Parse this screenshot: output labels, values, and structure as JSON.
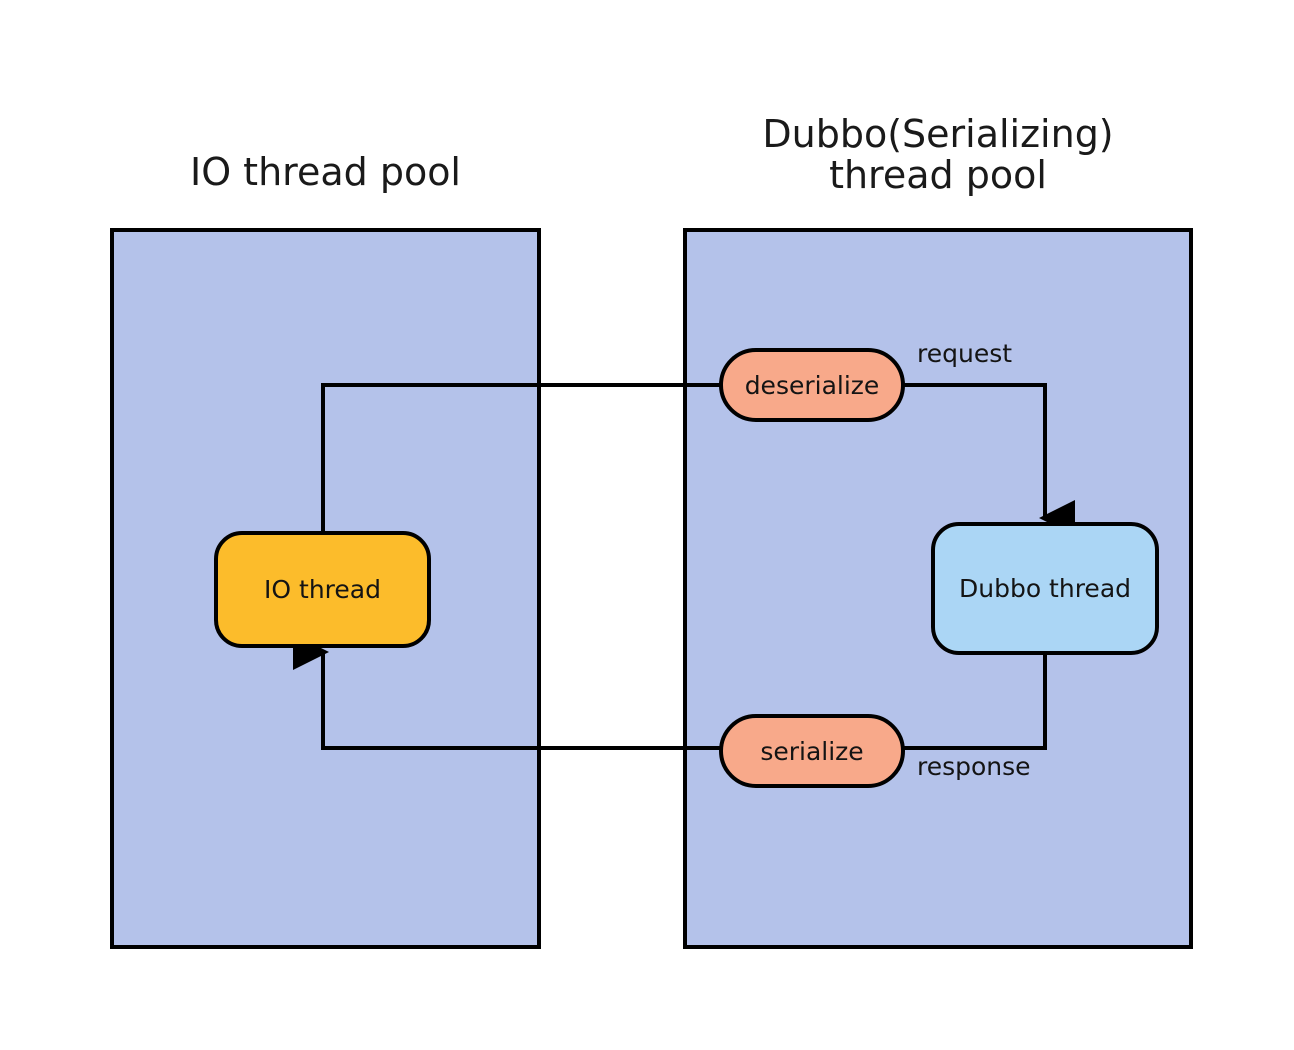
{
  "diagram": {
    "title_io_pool": "IO thread pool",
    "title_dubbo_pool": "Dubbo(Serializing)\nthread pool",
    "nodes": {
      "io_thread": "IO thread",
      "dubbo_thread": "Dubbo thread",
      "deserialize": "deserialize",
      "serialize": "serialize"
    },
    "edges": {
      "request": "request",
      "response": "response"
    },
    "colors": {
      "pool_background": "#b4c2ea",
      "io_thread_fill": "#fcbc2b",
      "dubbo_thread_fill": "#abd6f5",
      "serialize_fill": "#f8a98a",
      "stroke": "#000000",
      "page_background": "#ffffff",
      "text": "#141414"
    }
  }
}
